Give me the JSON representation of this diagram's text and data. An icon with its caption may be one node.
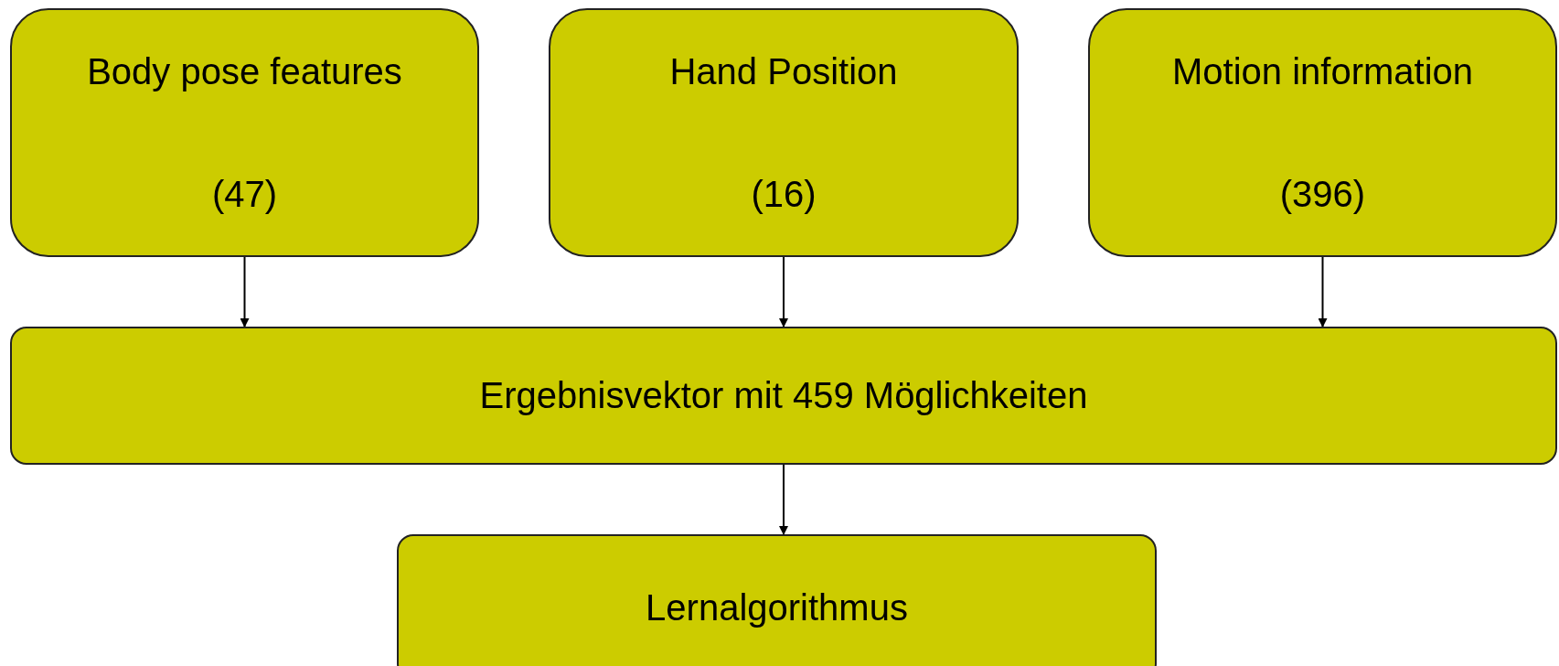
{
  "diagram": {
    "nodes": [
      {
        "text": [
          "Body pose features",
          "(47)"
        ]
      },
      {
        "text": [
          "Hand Position",
          "(16)"
        ]
      },
      {
        "text": [
          "Motion information",
          "(396)"
        ]
      },
      {
        "text": [
          "Ergebnisvektor mit 459 Möglichkeiten"
        ]
      },
      {
        "text": [
          "Lernalgorithmus"
        ]
      }
    ],
    "edges": [
      {
        "from": 0,
        "to": 3,
        "arrow": "to"
      },
      {
        "from": 1,
        "to": 3,
        "arrow": "to"
      },
      {
        "from": 2,
        "to": 3,
        "arrow": "to"
      },
      {
        "from": 3,
        "to": 4,
        "arrow": "to"
      }
    ]
  }
}
